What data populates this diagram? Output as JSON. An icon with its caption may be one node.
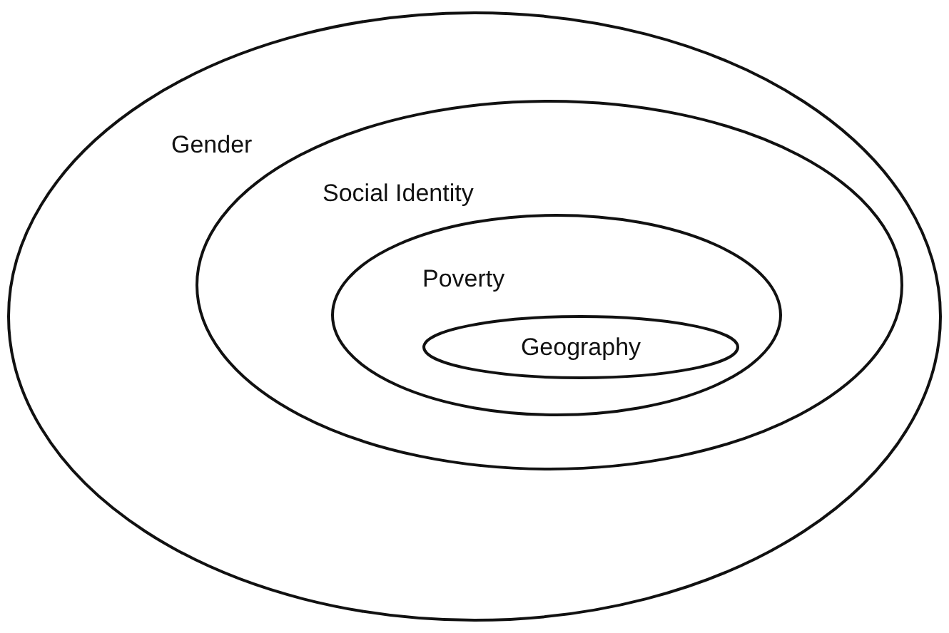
{
  "diagram": {
    "nodes": [
      {
        "text": [
          "Gender"
        ]
      },
      {
        "text": [
          "Social Identity"
        ],
        "in": 0
      },
      {
        "text": [
          "Poverty"
        ],
        "in": 1
      },
      {
        "text": [
          "Geography"
        ],
        "in": 2
      }
    ]
  }
}
